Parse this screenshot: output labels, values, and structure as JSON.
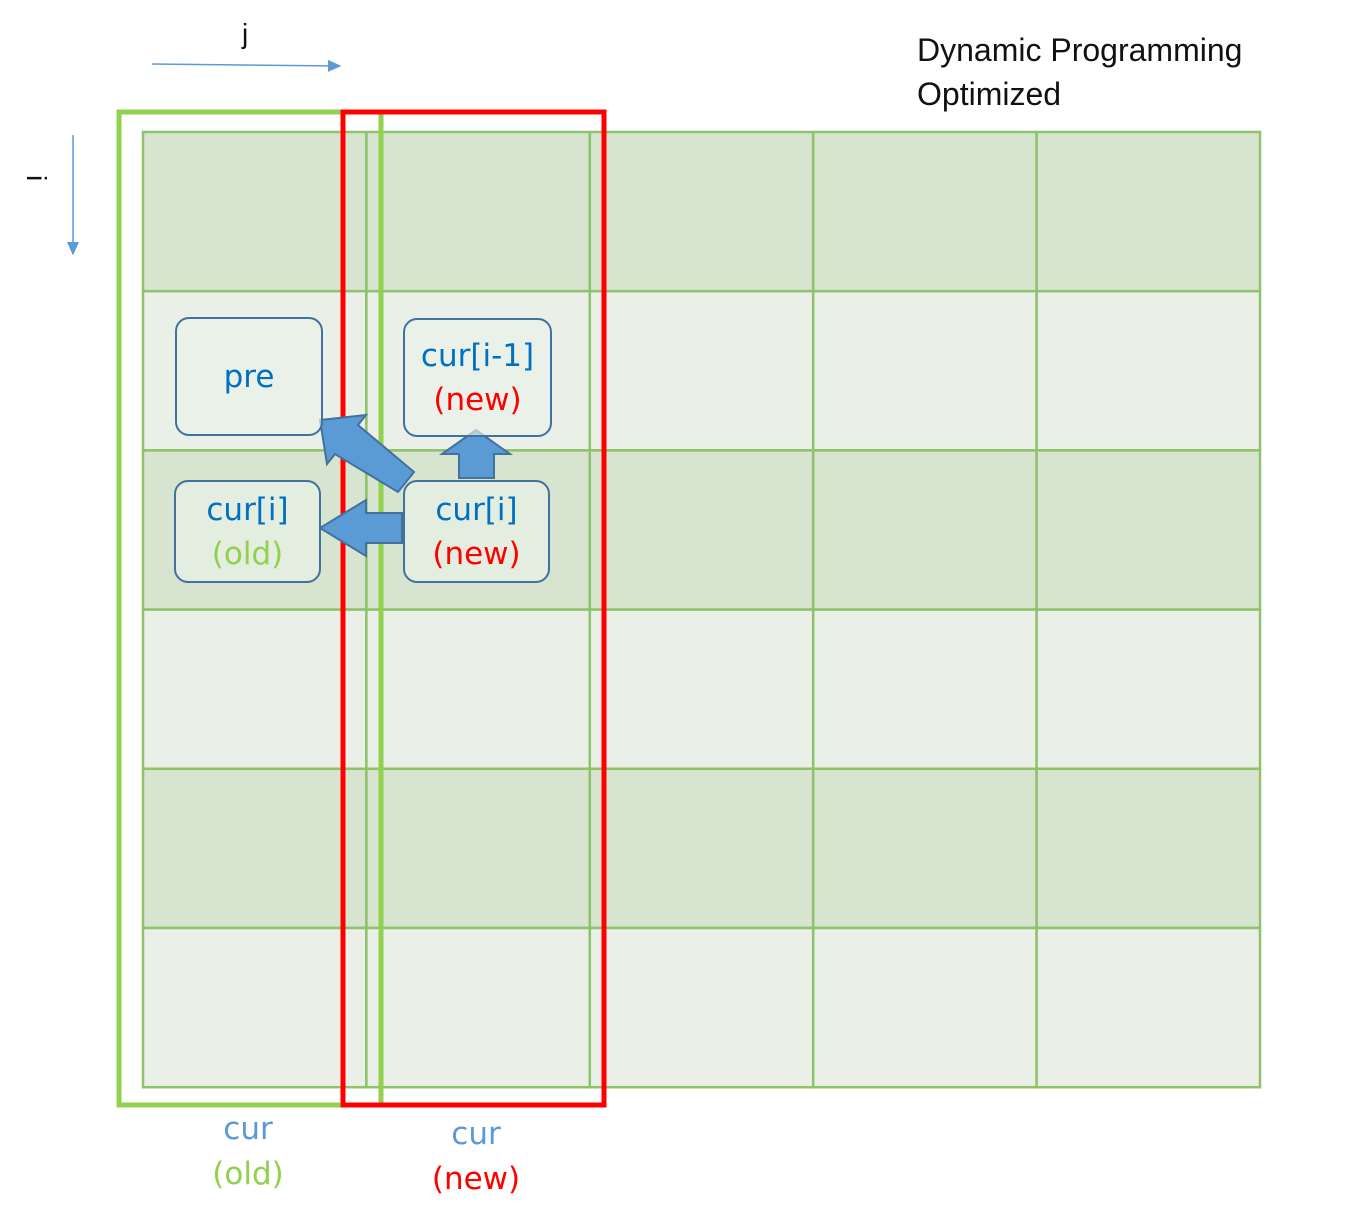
{
  "title": {
    "line1": "Dynamic Programming",
    "line2": "Optimized"
  },
  "axes": {
    "j_label": "j",
    "i_label": "i"
  },
  "grid": {
    "rows": 6,
    "cols": 5,
    "dark_fill": "#d7e4cf",
    "light_fill": "#eaf0e8",
    "line_color": "#8ec26b"
  },
  "nodes": {
    "pre": {
      "label": "pre"
    },
    "cur_old": {
      "label": "cur[i]",
      "tag": "(old)"
    },
    "cur_prev_new": {
      "label": "cur[i-1]",
      "tag": "(new)"
    },
    "cur_new": {
      "label": "cur[i]",
      "tag": "(new)"
    }
  },
  "columns": {
    "old": {
      "name": "cur",
      "tag": "(old)",
      "color": "#92d050"
    },
    "new": {
      "name": "cur",
      "tag": "(new)",
      "color": "#ff0000"
    }
  },
  "colors": {
    "arrow_fill": "#5b9bd5",
    "arrow_stroke": "#41719c",
    "node_border": "#41719c",
    "text_blue": "#0070c0",
    "text_red": "#ff0000",
    "text_green": "#92d050"
  },
  "icons": {
    "arrow_up": "up-arrow-icon",
    "arrow_left": "left-arrow-icon",
    "arrow_diagonal": "up-left-arrow-icon"
  }
}
